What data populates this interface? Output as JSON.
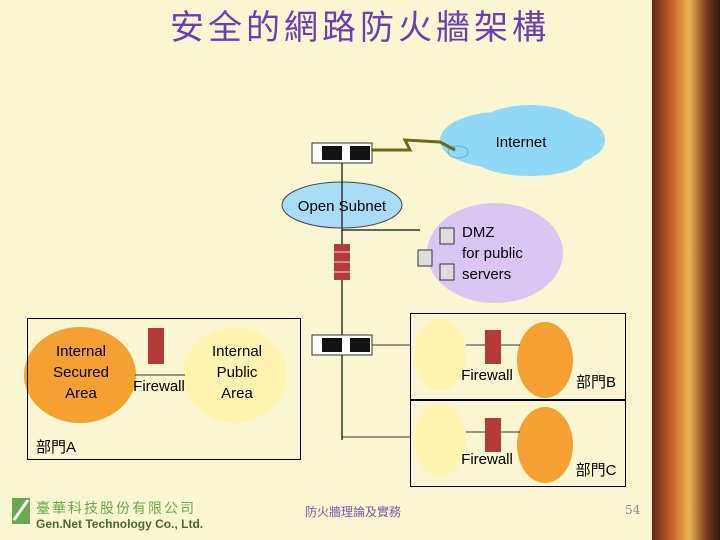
{
  "title": "安全的網路防火牆架構",
  "nodes": {
    "internet": "Internet",
    "open_subnet": "Open Subnet",
    "dmz": [
      "DMZ",
      "for public",
      "servers"
    ],
    "internal_secured": [
      "Internal",
      "Secured",
      "Area"
    ],
    "internal_public": [
      "Internal",
      "Public",
      "Area"
    ],
    "firewall_left": "Firewall",
    "firewall_b": "Firewall",
    "firewall_c": "Firewall",
    "dept_a": "部門A",
    "dept_b": "部門B",
    "dept_c": "部門C"
  },
  "footer": {
    "company_zh": "臺華科技股份有限公司",
    "company_en": "Gen.Net Technology Co., Ltd.",
    "center": "防火牆理論及實務",
    "page": "54"
  },
  "colors": {
    "title": "#6b3fb3",
    "cloud": "#8fd8f8",
    "subnet": "#a9dcf7",
    "dmz": "#d9c6f2",
    "secured": "#f5a033",
    "public": "#fff3b0",
    "firewall": "#b53a3a"
  }
}
